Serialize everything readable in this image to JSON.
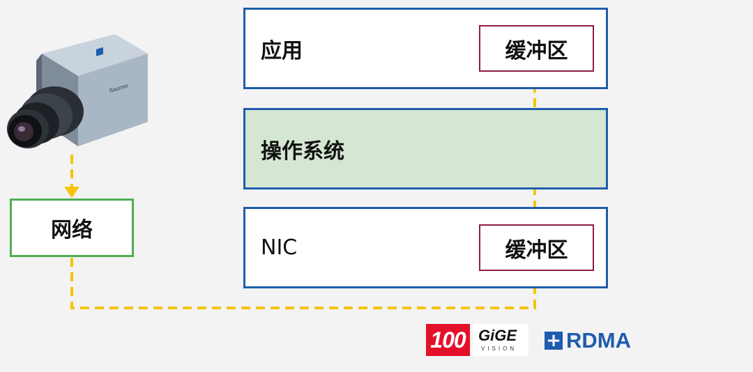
{
  "diagram": {
    "application": {
      "label": "应用",
      "buffer_label": "缓冲区"
    },
    "operating_system": {
      "label": "操作系统"
    },
    "nic": {
      "label": "NIC",
      "buffer_label": "缓冲区"
    },
    "network": {
      "label": "网络"
    },
    "camera": {
      "brand_text": "Baumer"
    },
    "logos": {
      "hundred": "100",
      "gige": "GiGE",
      "gige_sub": "VISION",
      "rdma_symbol": "+",
      "rdma": "RDMA"
    },
    "colors": {
      "layer_border": "#1f5cad",
      "os_fill": "#d5e6d2",
      "buffer_border": "#8b1e3f",
      "network_border": "#4caf50",
      "flow_arrow": "#f5c400",
      "logo_red": "#e3102a"
    }
  }
}
